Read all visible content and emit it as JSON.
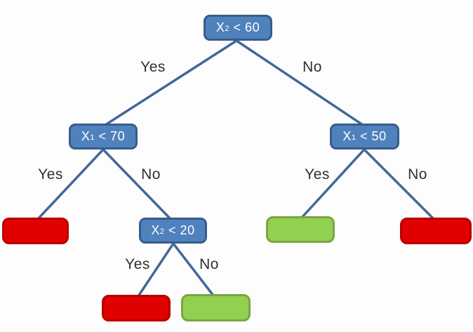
{
  "diagram": {
    "type": "decision-tree"
  },
  "colors": {
    "background": "#fdfdfe",
    "node_fill": "#4f81bd",
    "node_border": "#385d8a",
    "node_text": "#ffffff",
    "edge_line": "#44679a",
    "label_text": "#303030",
    "red_fill": "#e00000",
    "red_border": "#b80000",
    "green_fill": "#92d050",
    "green_border": "#7ba544"
  },
  "nodes": {
    "root": {
      "var": "X",
      "sub": "2",
      "cond": " < 60"
    },
    "left": {
      "var": "X",
      "sub": "1",
      "cond": " < 70"
    },
    "right": {
      "var": "X",
      "sub": "1",
      "cond": " < 50"
    },
    "mid": {
      "var": "X",
      "sub": "2",
      "cond": " < 20"
    }
  },
  "edge_labels": {
    "root_yes": "Yes",
    "root_no": "No",
    "left_yes": "Yes",
    "left_no": "No",
    "right_yes": "Yes",
    "right_no": "No",
    "mid_yes": "Yes",
    "mid_no": "No"
  },
  "leaves": [
    {
      "outcome": "red"
    },
    {
      "outcome": "green"
    },
    {
      "outcome": "red"
    },
    {
      "outcome": "red"
    },
    {
      "outcome": "green"
    }
  ]
}
